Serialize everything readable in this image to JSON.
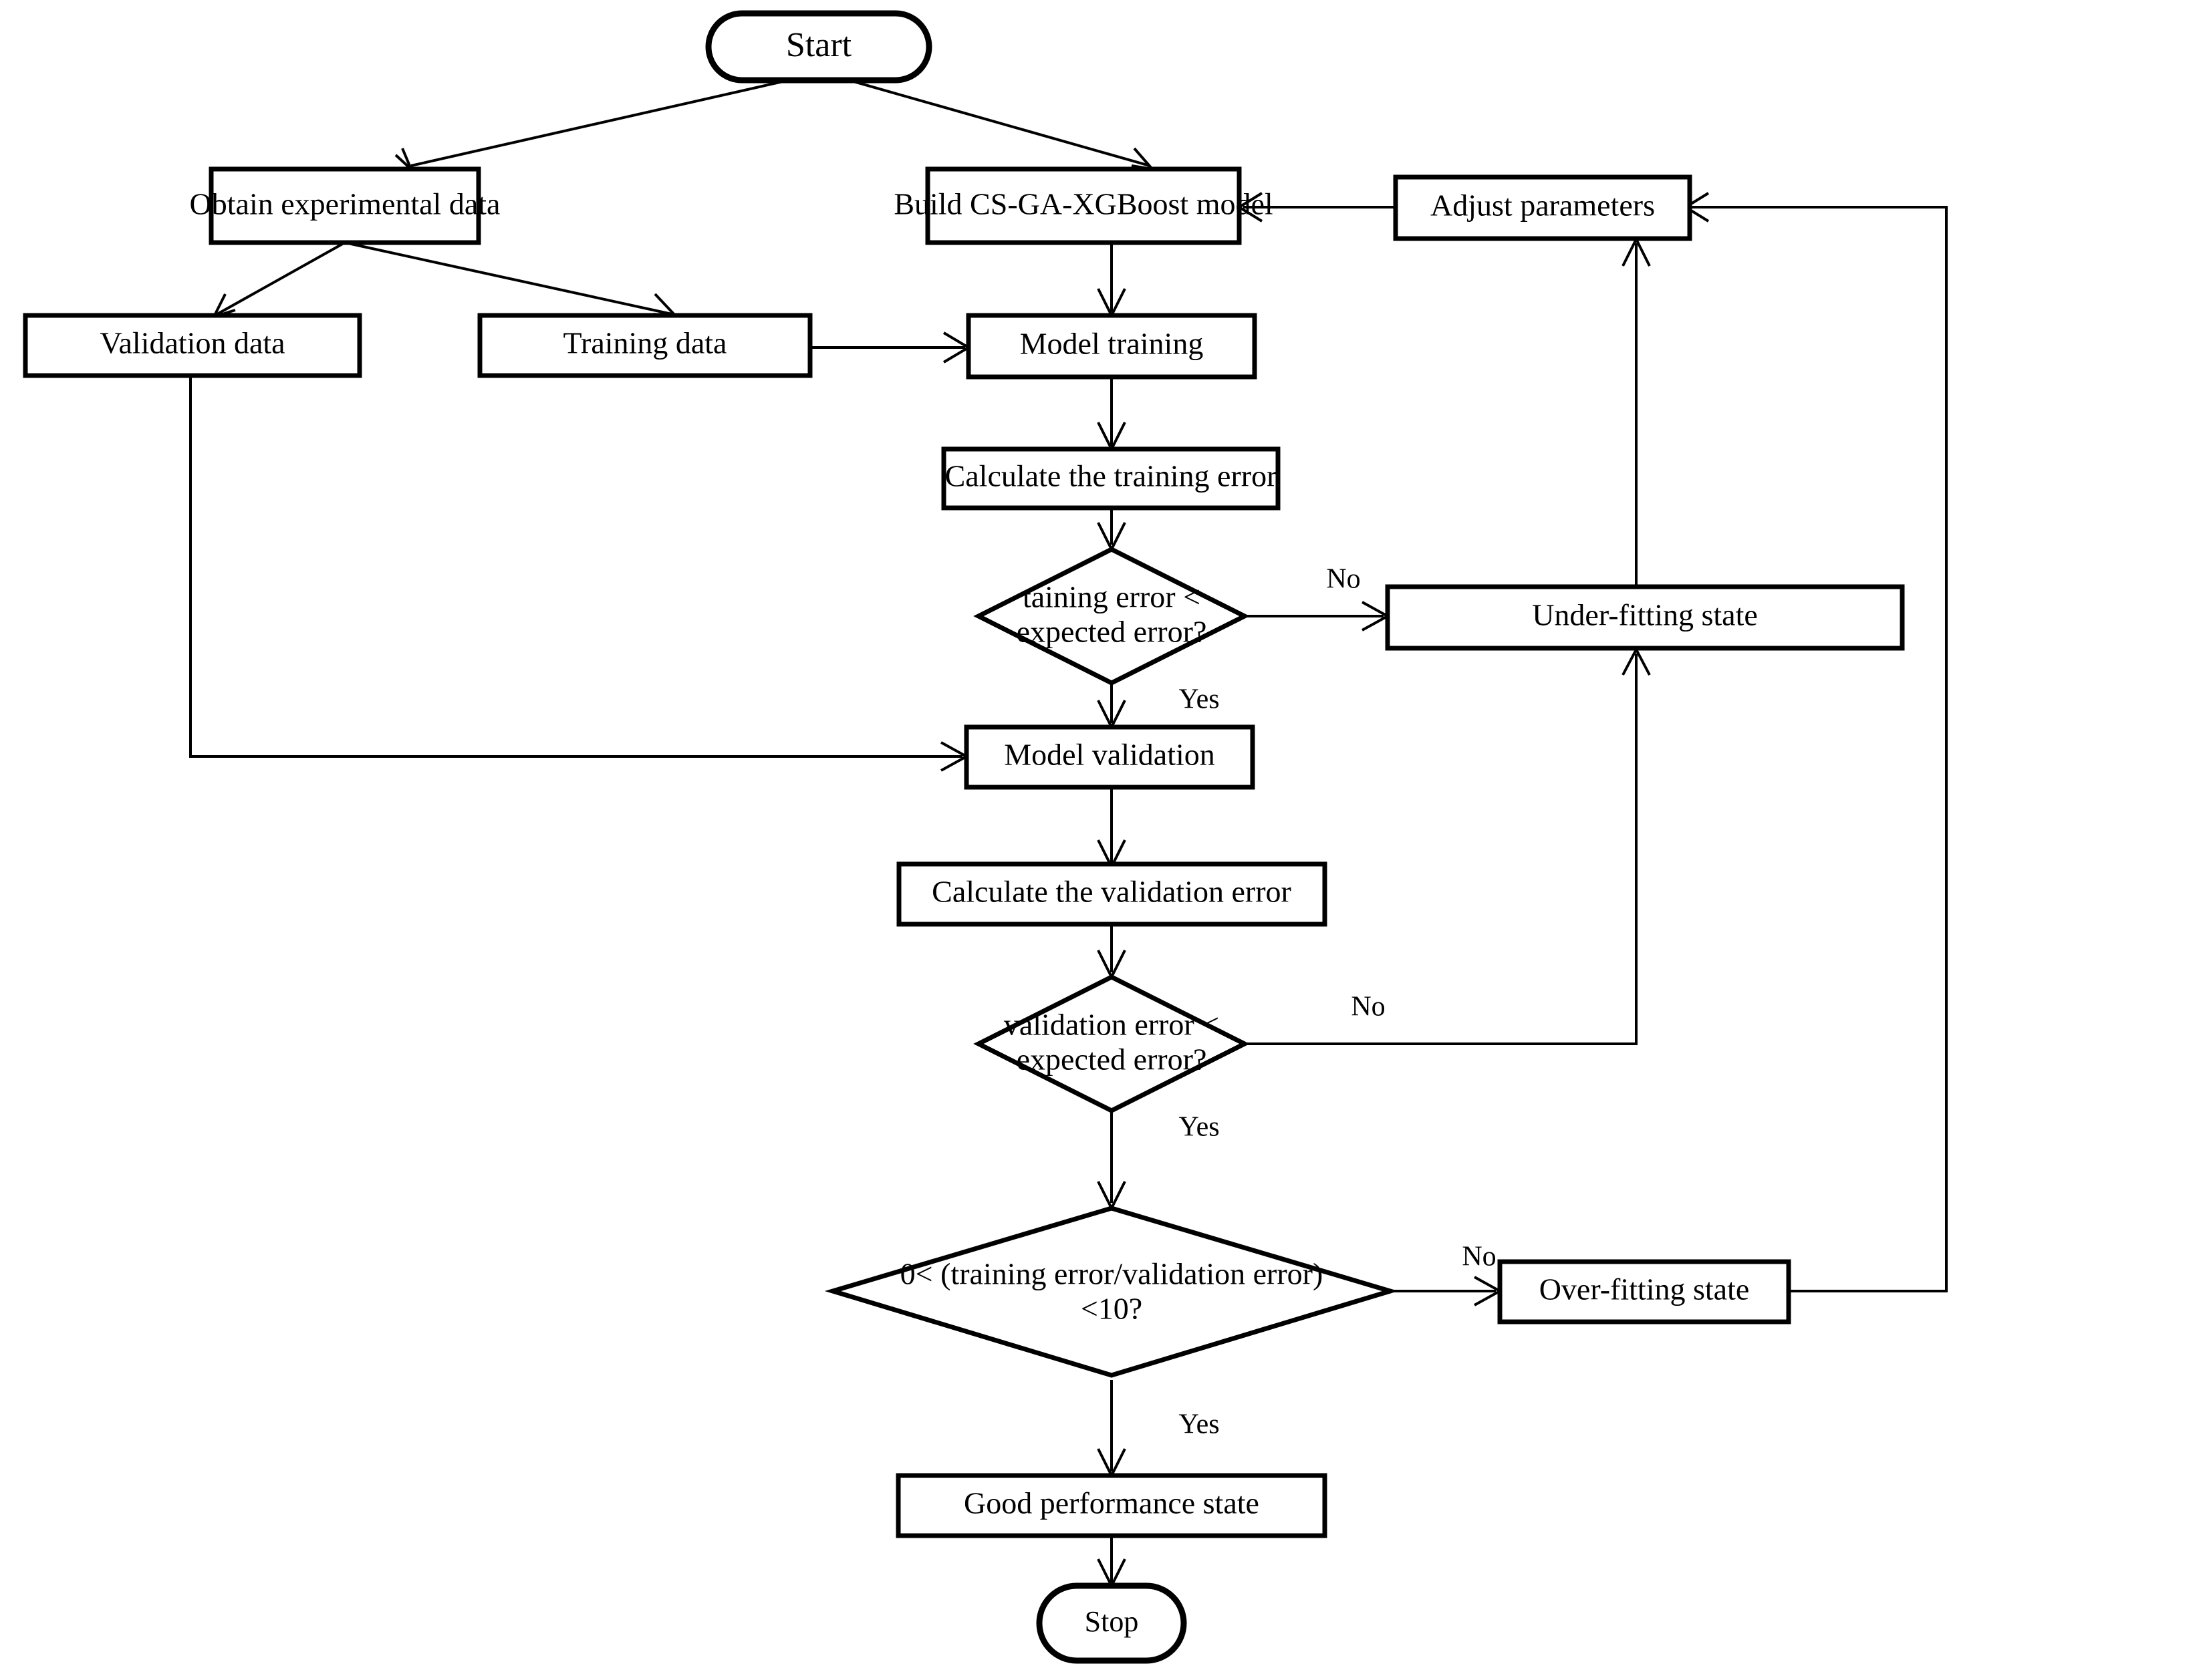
{
  "diagram": {
    "title": "CS-GA-XGBoost model training and validation flowchart",
    "background_color": "#ffffff",
    "line_color": "#000000",
    "nodes": {
      "start": {
        "label": "Start",
        "shape": "terminal"
      },
      "obtain_data": {
        "label": "Obtain experimental data",
        "shape": "process"
      },
      "build_model": {
        "label": "Build CS-GA-XGBoost model",
        "shape": "process"
      },
      "adjust_parameters": {
        "label": "Adjust parameters",
        "shape": "process"
      },
      "validation_data": {
        "label": "Validation data",
        "shape": "process"
      },
      "training_data": {
        "label": "Training data",
        "shape": "process"
      },
      "model_training": {
        "label": "Model training",
        "shape": "process"
      },
      "calc_training_error": {
        "label": "Calculate the training error",
        "shape": "process"
      },
      "decision_training": {
        "line1": "taining error <",
        "line2": "expected error?",
        "shape": "decision"
      },
      "under_fitting": {
        "label": "Under-fitting state",
        "shape": "process"
      },
      "model_validation": {
        "label": "Model validation",
        "shape": "process"
      },
      "calc_validation_error": {
        "label": "Calculate the validation error",
        "shape": "process"
      },
      "decision_validation": {
        "line1": "validation error <",
        "line2": "expected error?",
        "shape": "decision"
      },
      "decision_ratio": {
        "line1": "0< (training error/validation error)",
        "line2": "<10?",
        "shape": "decision"
      },
      "over_fitting": {
        "label": "Over-fitting state",
        "shape": "process"
      },
      "good_performance": {
        "label": "Good performance state",
        "shape": "process"
      },
      "stop": {
        "label": "Stop",
        "shape": "terminal"
      }
    },
    "edge_labels": {
      "training_no": "No",
      "training_yes": "Yes",
      "validation_no": "No",
      "validation_yes": "Yes",
      "ratio_no": "No",
      "ratio_yes": "Yes"
    }
  }
}
